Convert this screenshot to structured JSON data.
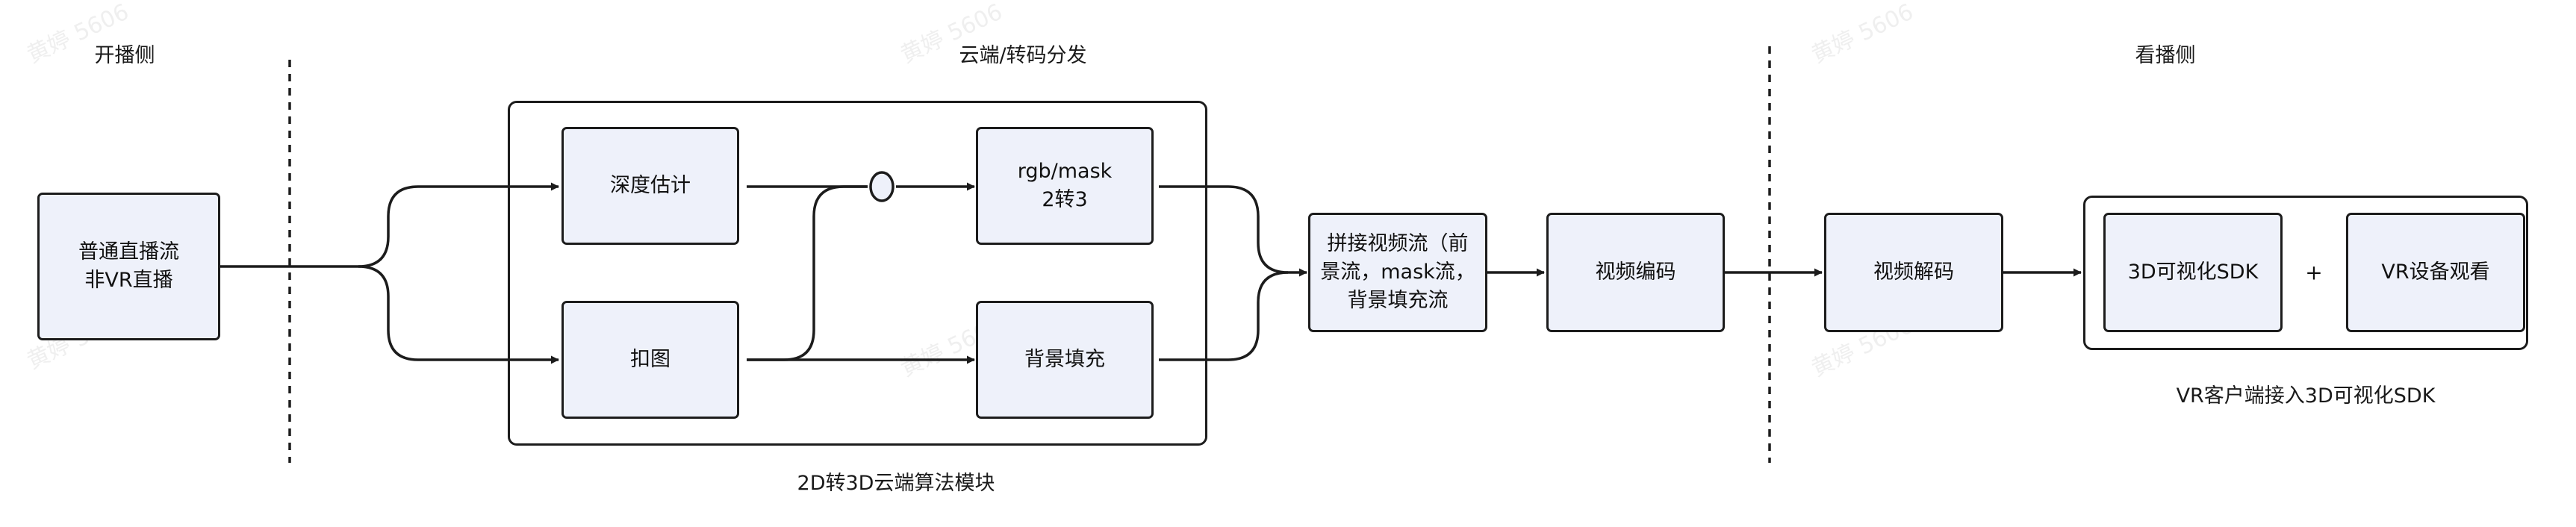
{
  "sections": {
    "broadcaster": "开播侧",
    "cloud": "云端/转码分发",
    "viewer": "看播侧"
  },
  "nodes": {
    "source": "普通直播流\n非VR直播",
    "depth": "深度估计",
    "matting": "扣图",
    "rgb_mask": "rgb/mask\n2转3",
    "background_fill": "背景填充",
    "stitch": "拼接视频流（前\n景流，mask流，\n背景填充流",
    "encode": "视频编码",
    "decode": "视频解码",
    "sdk": "3D可视化SDK",
    "vr_view": "VR设备观看"
  },
  "connector_plus": "+",
  "captions": {
    "cloud_module": "2D转3D云端算法模块",
    "vr_client": "VR客户端接入3D可视化SDK"
  },
  "watermark": "黄婷 5606",
  "colors": {
    "node_fill": "#eef1fa",
    "stroke": "#1c1c1c"
  }
}
